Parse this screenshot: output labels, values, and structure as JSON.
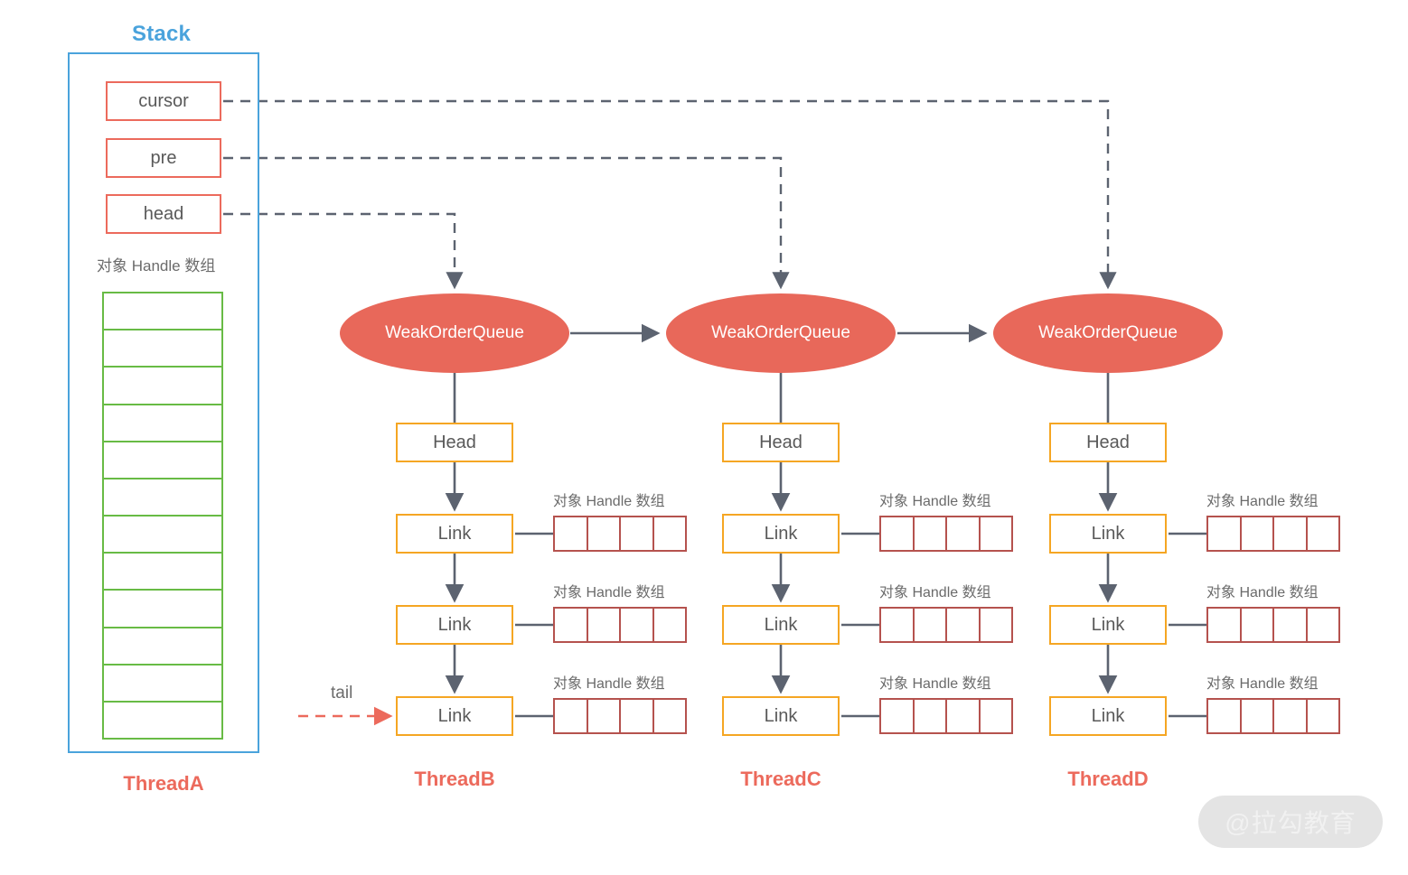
{
  "stack": {
    "title": "Stack",
    "thread_label": "ThreadA",
    "pointers": [
      {
        "label": "cursor"
      },
      {
        "label": "pre"
      },
      {
        "label": "head"
      }
    ],
    "array_label": "对象 Handle 数组",
    "array_cell_count": 12
  },
  "queues": [
    {
      "queue_label": "WeakOrderQueue",
      "head_label": "Head",
      "thread_label": "ThreadB",
      "tail_label": "tail",
      "has_tail_pointer": true,
      "links": [
        {
          "label": "Link",
          "array_label": "对象 Handle 数组",
          "cells": 4
        },
        {
          "label": "Link",
          "array_label": "对象 Handle 数组",
          "cells": 4
        },
        {
          "label": "Link",
          "array_label": "对象 Handle 数组",
          "cells": 4
        }
      ]
    },
    {
      "queue_label": "WeakOrderQueue",
      "head_label": "Head",
      "thread_label": "ThreadC",
      "tail_label": "",
      "has_tail_pointer": false,
      "links": [
        {
          "label": "Link",
          "array_label": "对象 Handle 数组",
          "cells": 4
        },
        {
          "label": "Link",
          "array_label": "对象 Handle 数组",
          "cells": 4
        },
        {
          "label": "Link",
          "array_label": "对象 Handle 数组",
          "cells": 4
        }
      ]
    },
    {
      "queue_label": "WeakOrderQueue",
      "head_label": "Head",
      "thread_label": "ThreadD",
      "tail_label": "",
      "has_tail_pointer": false,
      "links": [
        {
          "label": "Link",
          "array_label": "对象 Handle 数组",
          "cells": 4
        },
        {
          "label": "Link",
          "array_label": "对象 Handle 数组",
          "cells": 4
        },
        {
          "label": "Link",
          "array_label": "对象 Handle 数组",
          "cells": 4
        }
      ]
    }
  ],
  "watermark": {
    "text": "@拉勾教育"
  },
  "colors": {
    "stack_blue": "#4AA3DC",
    "pointer_red": "#EC6A5C",
    "array_green": "#68BB45",
    "queue_fill": "#E8685A",
    "node_orange": "#F5A623",
    "handle_red": "#B5524E",
    "line_gray": "#5C6370",
    "text_gray": "#595959"
  }
}
